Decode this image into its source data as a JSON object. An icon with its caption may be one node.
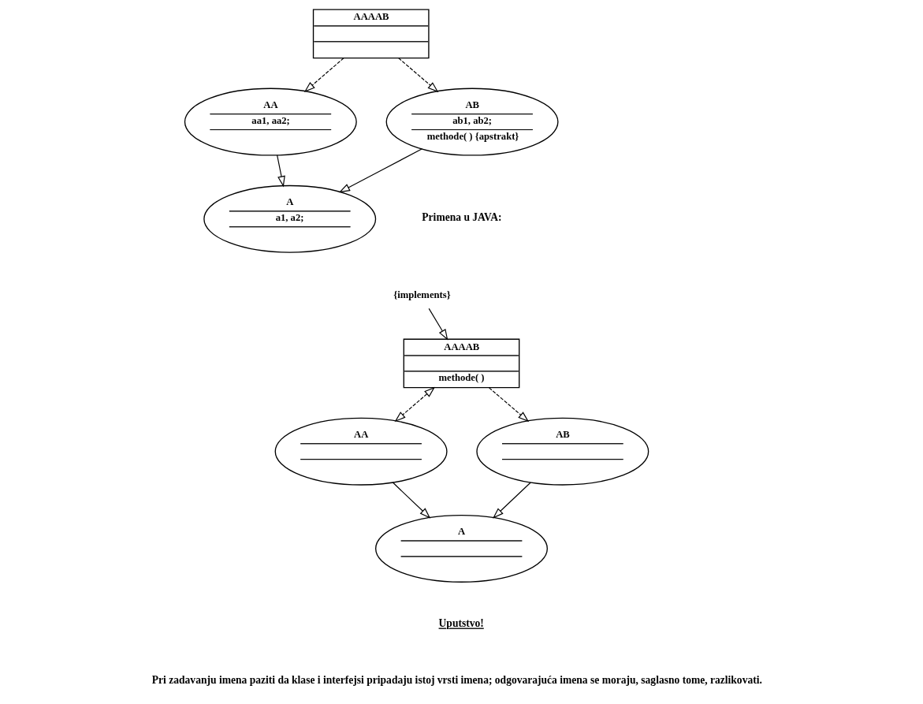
{
  "diagram": {
    "nodes": [
      {
        "text": [
          "AAAAB"
        ]
      },
      {
        "text": [
          "A",
          "a1, a2;"
        ]
      },
      {
        "text": [
          "AA",
          "aa1, aa2;"
        ]
      },
      {
        "text": [
          "AB",
          "ab1, ab2;",
          "methode( ) {apstrakt}"
        ]
      },
      {
        "text": [
          "{implements}"
        ]
      },
      {
        "text": [
          "AAAAB",
          "methode( )"
        ]
      },
      {
        "text": [
          "AA"
        ]
      },
      {
        "text": [
          "AB"
        ]
      },
      {
        "text": [
          "A"
        ]
      }
    ],
    "edges": [
      {
        "from": 0,
        "to": 2,
        "arrow": "to",
        "style": "dashed"
      },
      {
        "from": 0,
        "to": 3,
        "arrow": "to",
        "style": "dashed"
      },
      {
        "from": 2,
        "to": 1,
        "arrow": "to"
      },
      {
        "from": 3,
        "to": 1,
        "arrow": "to"
      },
      {
        "from": 5,
        "to": 6,
        "arrow": "both",
        "style": "dashed"
      },
      {
        "from": 5,
        "to": 7,
        "arrow": "to",
        "style": "dashed"
      },
      {
        "from": 4,
        "to": 5,
        "arrow": "to"
      },
      {
        "from": 6,
        "to": 8,
        "arrow": "to"
      },
      {
        "from": 7,
        "to": 8,
        "arrow": "to"
      }
    ],
    "labels": [
      "Primena u JAVA:",
      "Uputstvo!",
      "Pri zadavanju imena paziti da klase i interfejsi pripadaju istoj vrsti imena; odgovarajuća imena se moraju, saglasno tome, razlikovati."
    ]
  }
}
